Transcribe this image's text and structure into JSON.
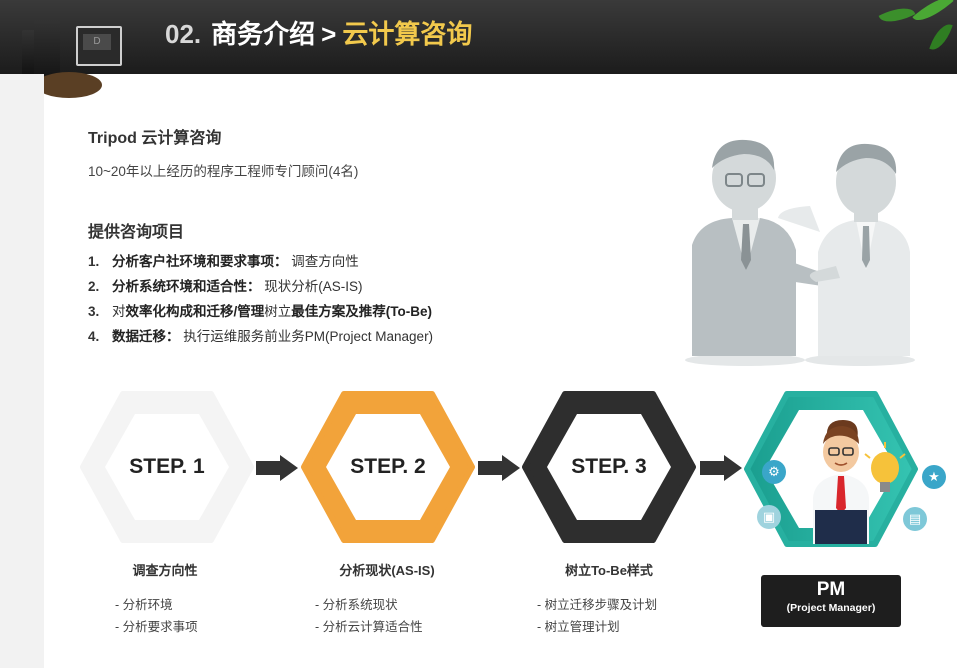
{
  "header": {
    "number": "02.",
    "section": "商务介绍",
    "separator": ">",
    "current": "云计算咨询"
  },
  "intro": {
    "title": "Tripod 云计算咨询",
    "subtitle": "10~20年以上经历的程序工程师专门顾问(4名)"
  },
  "services": {
    "title": "提供咨询项目",
    "items": [
      {
        "num": "1.",
        "bold": "分析客户社环境和要求事项：",
        "text": "调查方向性"
      },
      {
        "num": "2.",
        "bold": "分析系统环境和适合性：",
        "text": "现状分析(AS-IS)"
      },
      {
        "num": "3.",
        "pre": "对",
        "bold": "效率化构成和迁移/管理",
        "mid": "树立",
        "bold2": "最佳方案及推荐(To-Be)"
      },
      {
        "num": "4.",
        "bold": "数据迁移：",
        "text": "执行运维服务前业务PM(Project Manager)"
      }
    ]
  },
  "steps": [
    {
      "label": "STEP. 1",
      "title": "调查方向性",
      "points": [
        "- 分析环境",
        "- 分析要求事项"
      ]
    },
    {
      "label": "STEP. 2",
      "title": "分析现状(AS-IS)",
      "points": [
        "- 分析系统现状",
        "- 分析云计算适合性"
      ]
    },
    {
      "label": "STEP. 3",
      "title": "树立To-Be样式",
      "points": [
        "- 树立迁移步骤及计划",
        "- 树立管理计划"
      ]
    }
  ],
  "pm": {
    "title": "PM",
    "subtitle": "(Project Manager)"
  },
  "icons": {
    "gear": "gear-icon",
    "bulb": "lightbulb-icon",
    "star": "star-icon",
    "chart": "bar-chart-icon"
  },
  "colors": {
    "step1": "#f4f4f4",
    "step2": "#f2a33a",
    "step3": "#2e2e2e",
    "pm": "#21b3a6",
    "header_highlight": "#f2c94c"
  }
}
